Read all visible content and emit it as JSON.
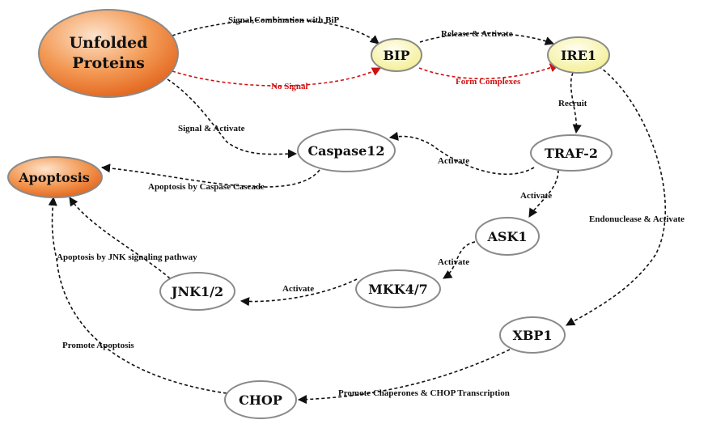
{
  "nodes": {
    "unfolded": {
      "line1": "Unfolded",
      "line2": "Proteins"
    },
    "bip": {
      "label": "BIP"
    },
    "ire1": {
      "label": "IRE1"
    },
    "caspase12": {
      "label": "Caspase12"
    },
    "apoptosis": {
      "label": "Apoptosis"
    },
    "traf2": {
      "label": "TRAF-2"
    },
    "ask1": {
      "label": "ASK1"
    },
    "mkk47": {
      "label": "MKK4/7"
    },
    "jnk12": {
      "label": "JNK1/2"
    },
    "xbp1": {
      "label": "XBP1"
    },
    "chop": {
      "label": "CHOP"
    }
  },
  "edges": {
    "unfolded_bip": "Signal,Combination with BiP",
    "unfolded_bip_nosignal": "No Signal",
    "bip_ire1_release": "Release & Activate",
    "bip_ire1_form": "Form  Complexes",
    "unfolded_caspase": "Signal & Activate",
    "ire1_traf2": "Recruit",
    "traf2_caspase": "Activate",
    "caspase_apoptosis": "Apoptosis by  Caspase Cascade",
    "traf2_ask1": "Activate",
    "ask1_mkk47": "Activate",
    "mkk47_jnk": "Activate",
    "jnk_apoptosis": "Apoptosis by JNK signaling pathway",
    "ire1_xbp1": "Endonuclease & Activate",
    "xbp1_chop": "Promote Chaperones & CHOP Transcription",
    "chop_apoptosis": "Promote Apoptosis"
  },
  "colors": {
    "orange_start": "#fbd2b0",
    "orange_end": "#e86a1c",
    "yellow_start": "#fffde8",
    "yellow_end": "#f5f09a",
    "edge_red": "#d01010",
    "node_outline": "#8a8a8a"
  }
}
